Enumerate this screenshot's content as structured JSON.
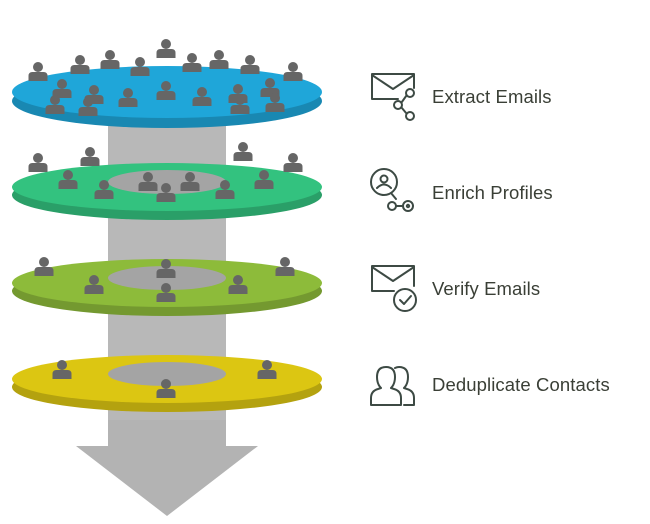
{
  "colors": {
    "text": "#3a3f36",
    "icon": "#3d4a44",
    "person": "#666666",
    "column": "#b8b8b8",
    "column_dark": "#a4a4a4",
    "arrow": "#b3b3b3"
  },
  "levels": [
    {
      "name": "extract",
      "color": "#1fa6d9",
      "people": 20
    },
    {
      "name": "enrich",
      "color": "#33c27f",
      "people": 11
    },
    {
      "name": "verify",
      "color": "#8dbb3a",
      "people": 6
    },
    {
      "name": "deduplicate",
      "color": "#dcc612",
      "people": 3
    }
  ],
  "steps": [
    {
      "label": "Extract Emails",
      "icon": "email-share-icon"
    },
    {
      "label": "Enrich Profiles",
      "icon": "profile-network-icon"
    },
    {
      "label": "Verify Emails",
      "icon": "email-check-icon"
    },
    {
      "label": "Deduplicate Contacts",
      "icon": "two-people-icon"
    }
  ]
}
